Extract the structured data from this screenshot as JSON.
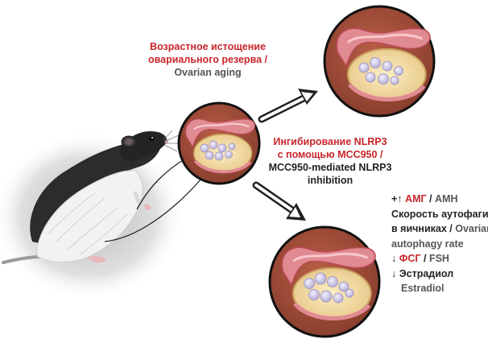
{
  "labels": {
    "aging_ru": "Возрастное истощение",
    "aging_ru2": "овариального резерва /",
    "aging_en": "Ovarian aging",
    "inhib_ru": "Ингибирование NLRP3",
    "inhib_ru2": "с помощью MCC950 /",
    "inhib_en": "MCC950-mediated NLRP3",
    "inhib_en2": "inhibition"
  },
  "outcomes": {
    "amh_arrows": "+↑",
    "amh_ru": "АМГ",
    "amh_sep": " / ",
    "amh_en": "АМН",
    "autophagy_ru": "Скорость аутофагии",
    "autophagy_ru2": "в яичниках /",
    "autophagy_en": "Ovarian",
    "autophagy_en2": "autophagy rate",
    "fsh_arrow": "↓",
    "fsh_ru": "ФСГ",
    "fsh_sep": " / ",
    "fsh_en": "FSH",
    "estr_arrow": "↓",
    "estr_ru": "Эстрадиол",
    "estr_en": "Estradiol"
  },
  "colors": {
    "accent_red": "#c8262b",
    "circle_fill": "#9a4a36",
    "circle_border": "#111111",
    "ovary_fill": "#f3e1a6",
    "tube": "#d7707a"
  }
}
